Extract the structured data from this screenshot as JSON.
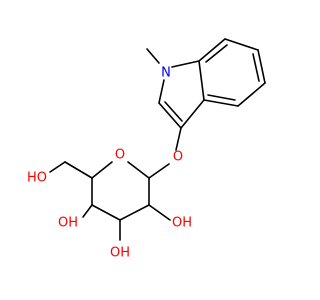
{
  "molecule": {
    "atoms": [
      {
        "name": "n-atom",
        "label": "N",
        "color": "#0000ff"
      },
      {
        "name": "ring-o-atom",
        "label": "O",
        "color": "#ff0000"
      },
      {
        "name": "linker-o-atom",
        "label": "O",
        "color": "#ff0000"
      },
      {
        "name": "ch2oh-group",
        "label": "HO",
        "color": "#ff0000"
      },
      {
        "name": "oh4-group",
        "label": "OH",
        "color": "#ff0000"
      },
      {
        "name": "oh2-group",
        "label": "OH",
        "color": "#ff0000"
      },
      {
        "name": "oh3-group",
        "label": "OH",
        "color": "#ff0000"
      }
    ],
    "bond_color": "#000000",
    "background": "#ffffff"
  }
}
